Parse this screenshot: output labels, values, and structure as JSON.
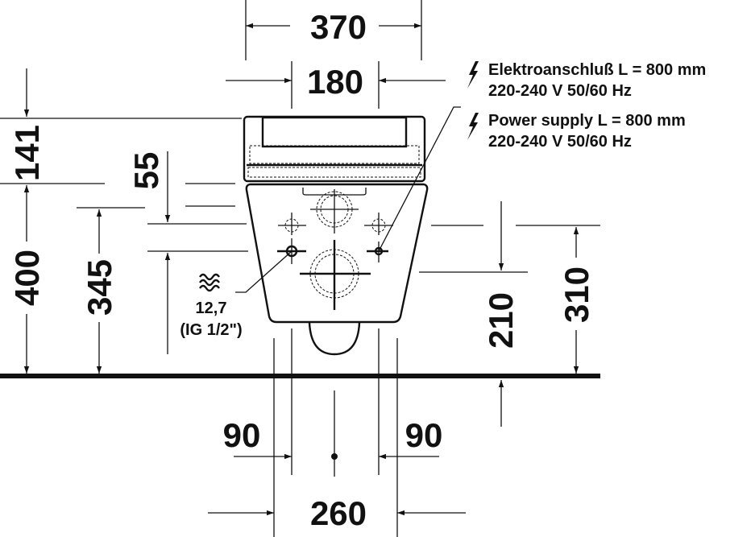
{
  "dimensions": {
    "total_width": "370",
    "inner_width": "180",
    "lid_height": "141",
    "inlet_offset": "55",
    "height_400": "400",
    "height_345": "345",
    "height_210": "210",
    "height_310": "310",
    "left_90": "90",
    "right_90": "90",
    "bottom_260": "260"
  },
  "water_connection": {
    "icon": "water-waves-icon",
    "size": "12,7",
    "thread": "(IG 1/2\")"
  },
  "electrical": {
    "icon": "lightning-icon",
    "de_line1": "Elektroanschluß L = 800 mm",
    "de_line2": "220-240 V  50/60 Hz",
    "en_line1": "Power supply L = 800 mm",
    "en_line2": "220-240 V  50/60 Hz"
  }
}
